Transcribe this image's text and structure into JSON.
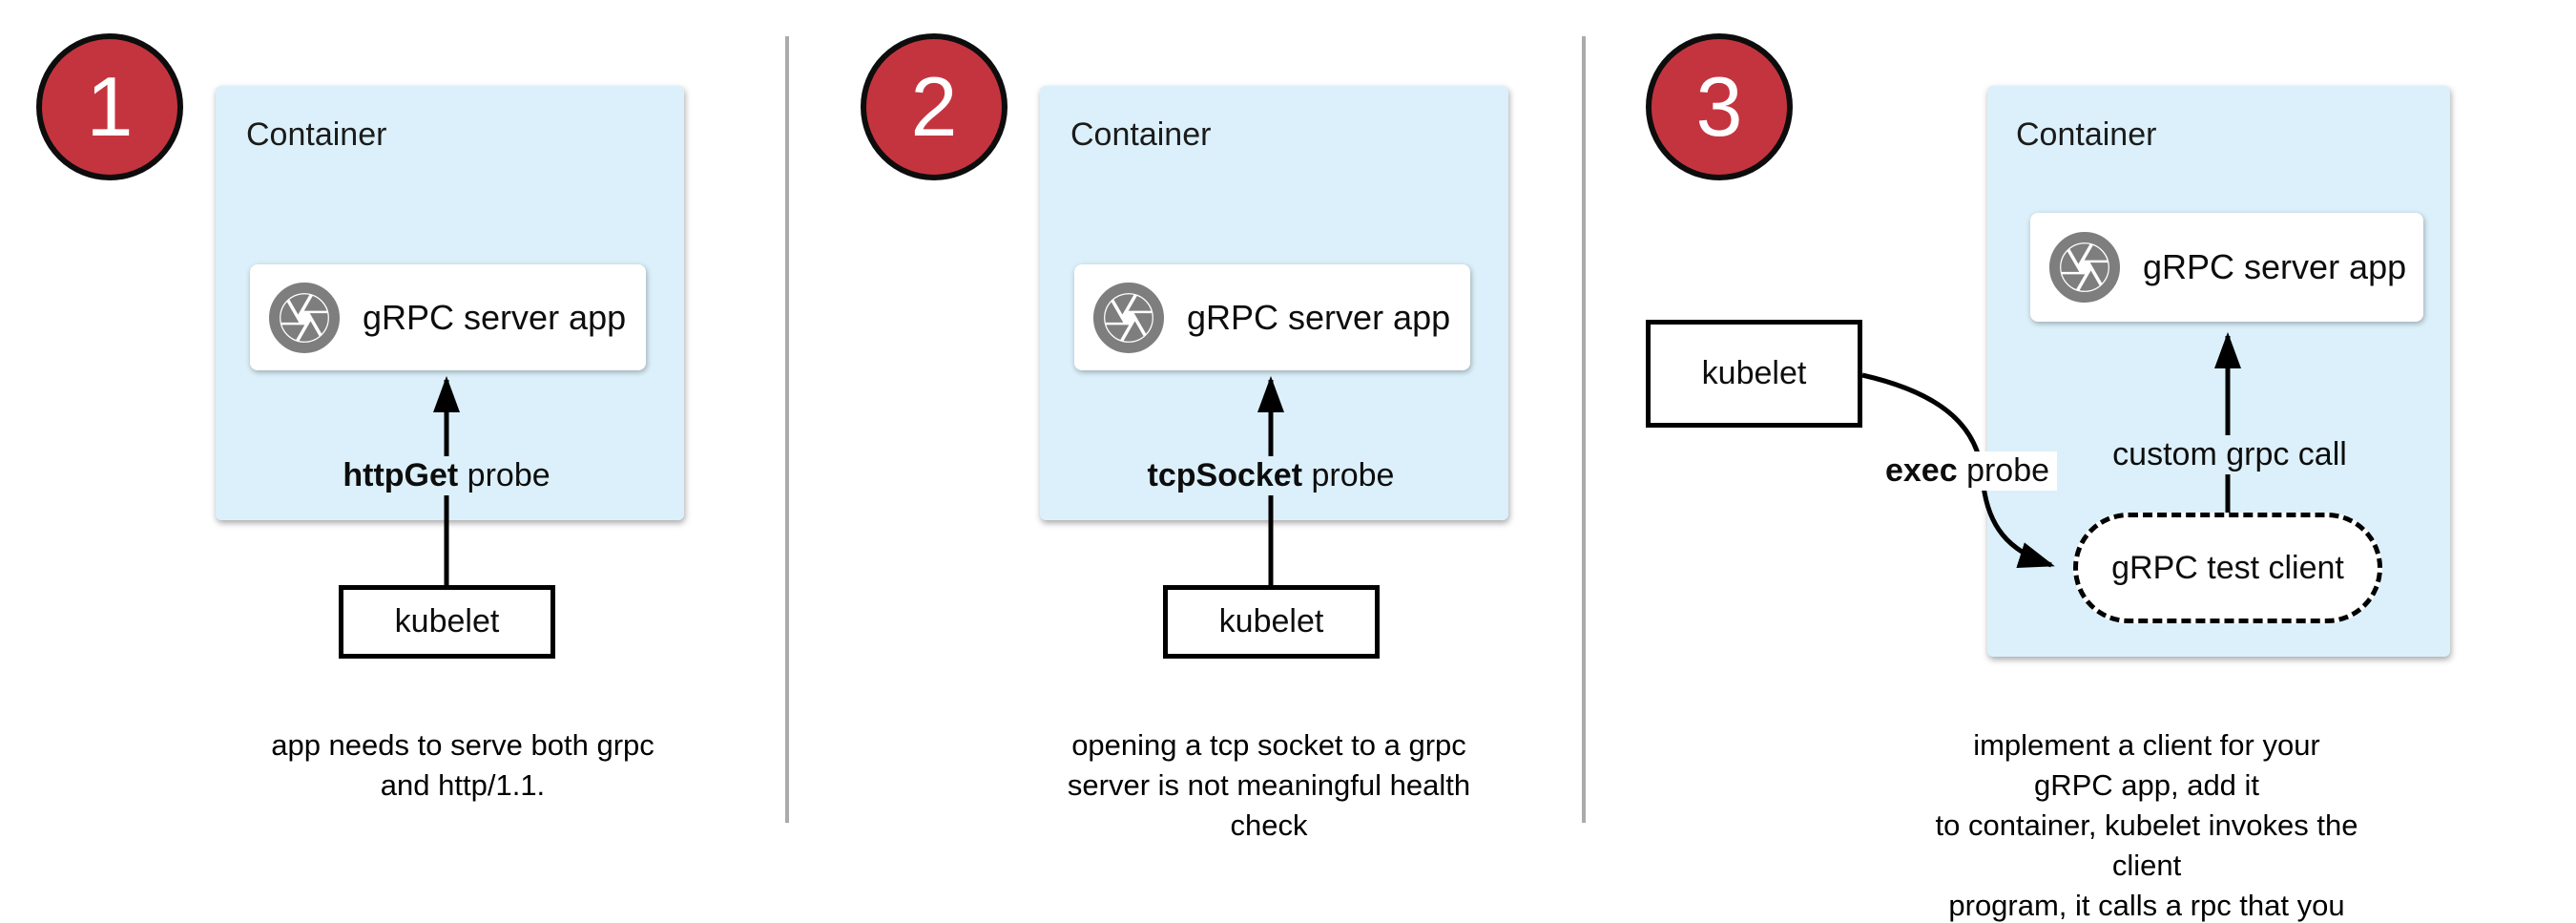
{
  "colors": {
    "container_fill": "#DBF0FA",
    "badge_fill": "#C4343F",
    "icon_gray": "#7E7E7E",
    "divider_gray": "#ABABAB"
  },
  "panels": [
    {
      "number": "1",
      "container_label": "Container",
      "app_label": "gRPC server app",
      "app_icon": "camera-aperture-icon",
      "probe_bold": "httpGet",
      "probe_rest": " probe",
      "kubelet_label": "kubelet",
      "caption": "app needs to serve both grpc\nand http/1.1."
    },
    {
      "number": "2",
      "container_label": "Container",
      "app_label": "gRPC server app",
      "app_icon": "camera-aperture-icon",
      "probe_bold": "tcpSocket",
      "probe_rest": " probe",
      "kubelet_label": "kubelet",
      "caption": "opening a tcp socket to a grpc\nserver is not meaningful health\ncheck"
    },
    {
      "number": "3",
      "container_label": "Container",
      "app_label": "gRPC server app",
      "app_icon": "camera-aperture-icon",
      "probe_bold": "exec",
      "probe_rest": " probe",
      "kubelet_label": "kubelet",
      "custom_call_label": "custom grpc call",
      "test_client_label": "gRPC test client",
      "caption": "implement a client for your gRPC app, add it\nto container, kubelet invokes the client\nprogram, it calls a rpc that you implement"
    }
  ]
}
